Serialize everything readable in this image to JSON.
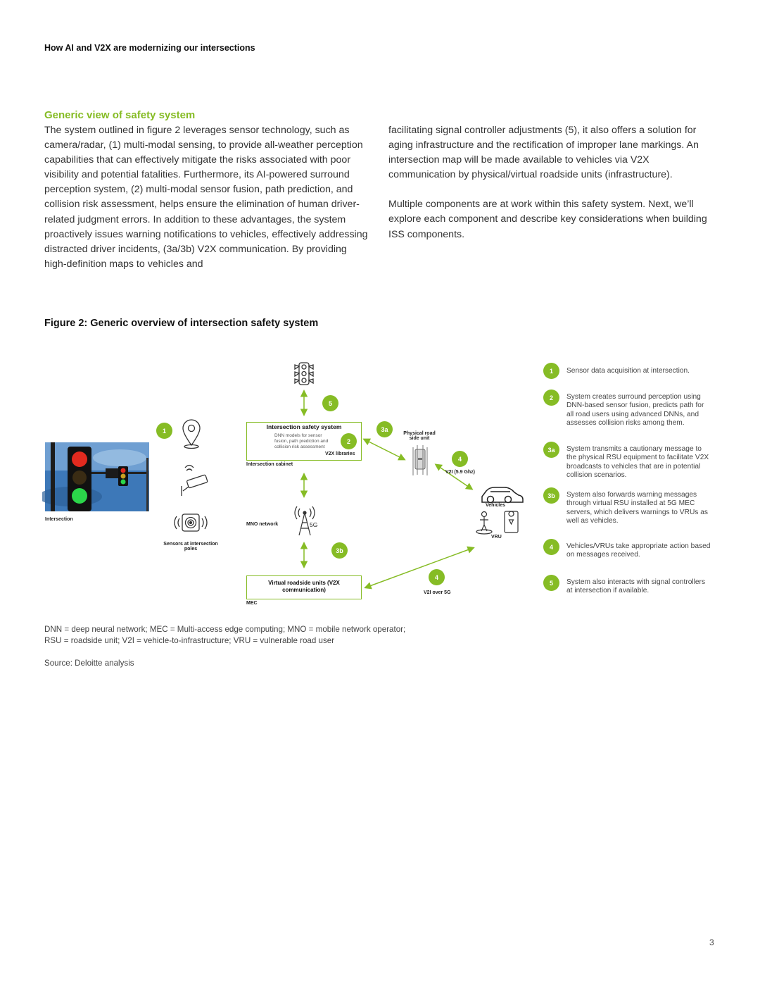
{
  "header": {
    "title": "How AI and V2X are modernizing our intersections"
  },
  "section": {
    "title": "Generic view of safety system",
    "left_paragraph": "The system outlined in figure 2 leverages sensor technology, such as camera/radar, (1) multi-modal sensing, to provide all-weather perception capabilities that can effectively mitigate the risks associated with poor visibility and potential fatalities. Furthermore, its AI-powered surround perception system, (2) multi-modal sensor fusion, path prediction, and collision risk assessment, helps ensure the elimination of human driver-related judgment errors. In addition to these advantages, the system proactively issues warning notifications to vehicles, effectively addressing distracted driver incidents, (3a/3b) V2X communication. By providing high-definition maps to vehicles and",
    "right_paragraph_1": "facilitating signal controller adjustments (5), it also offers a solution for aging infrastructure and the rectification of improper lane markings. An intersection map will be made available to vehicles via V2X communication by physical/virtual roadside units (infrastructure).",
    "right_paragraph_2": "Multiple components are at work within this safety system. Next, we’ll explore each component and describe key considerations when building ISS components."
  },
  "figure": {
    "title": "Figure 2: Generic overview of intersection safety system",
    "diagram": {
      "intersection_label": "Intersection",
      "sensors_label": "Sensors at intersection poles",
      "iss_box_title": "Intersection safety system",
      "iss_box_sub": "DNN models for sensor fusion, path prediction and collision risk assessment",
      "iss_box_lib": "V2X libraries",
      "cabinet_label": "Intersection cabinet",
      "mno_label": "MNO network",
      "five_g_label": "5G",
      "vru_box_title": "Virtual roadside units (V2X communication)",
      "mec_label": "MEC",
      "rsu_label": "Physical road side unit",
      "v2i_59_label": "V2I (5.9 Ghz)",
      "vehicles_label": "Vehicles",
      "vru_label": "VRU",
      "v2i_5g_label": "V2I over 5G",
      "badges": {
        "b1": "1",
        "b2": "2",
        "b3a": "3a",
        "b3b": "3b",
        "b4a": "4",
        "b4b": "4",
        "b5": "5"
      }
    },
    "legend": [
      {
        "num": "1",
        "text": "Sensor data acquisition at intersection."
      },
      {
        "num": "2",
        "text": "System creates surround perception using DNN-based sensor fusion, predicts path for all road users using advanced DNNs, and assesses collision risks among them."
      },
      {
        "num": "3a",
        "text": "System transmits a cautionary message to the physical RSU equipment to facilitate V2X broadcasts to vehicles that are in potential collision scenarios."
      },
      {
        "num": "3b",
        "text": "System also forwards warning messages through virtual RSU installed at 5G MEC servers, which delivers warnings to VRUs as well as vehicles."
      },
      {
        "num": "4",
        "text": "Vehicles/VRUs take appropriate action based on messages received."
      },
      {
        "num": "5",
        "text": "System also interacts with signal controllers at intersection if available."
      }
    ],
    "footnote_line1": "DNN = deep neural network; MEC = Multi-access edge computing; MNO = mobile network operator;",
    "footnote_line2": "RSU = roadside unit; V2I = vehicle-to-infrastructure; VRU = vulnerable road user",
    "source": "Source: Deloitte analysis"
  },
  "colors": {
    "accent": "#86bc25",
    "text": "#333333"
  },
  "page_number": "3"
}
